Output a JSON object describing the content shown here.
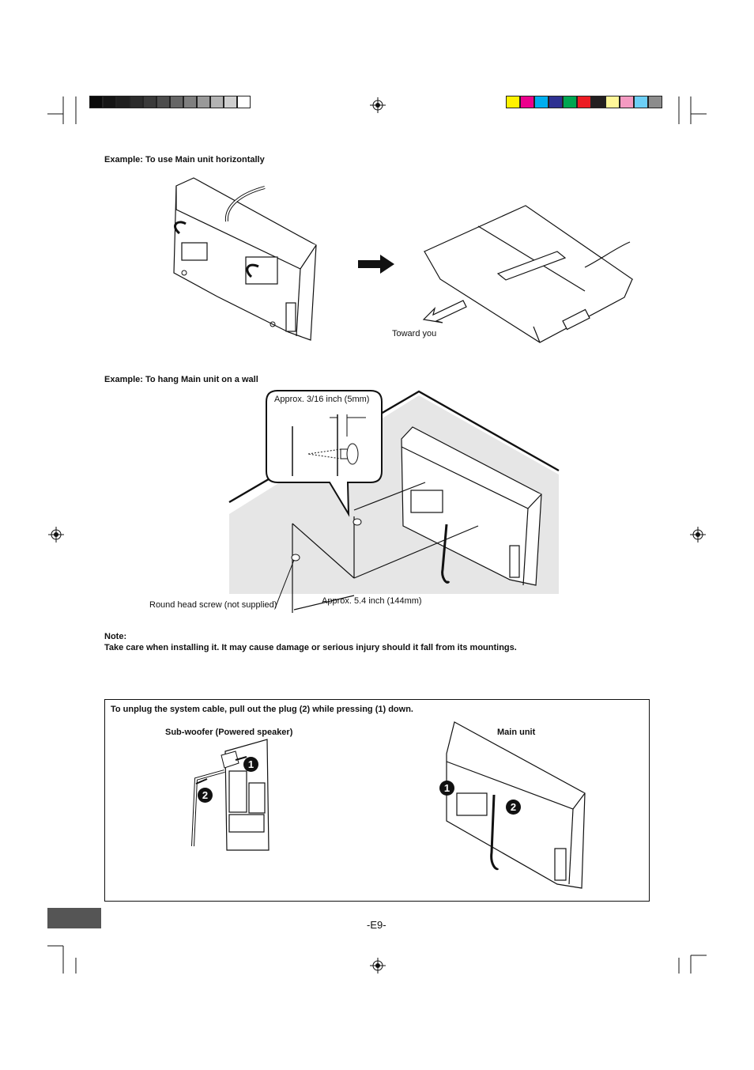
{
  "registration": {
    "gray_swatches": [
      "#0a0a0a",
      "#151515",
      "#1f1f1f",
      "#2b2b2b",
      "#3a3a3a",
      "#4d4d4d",
      "#666666",
      "#7f7f7f",
      "#999999",
      "#b3b3b3",
      "#cfcfcf",
      "#ffffff"
    ],
    "color_swatches": [
      "#fff200",
      "#ec008c",
      "#00aeef",
      "#2e3192",
      "#00a651",
      "#ed1c24",
      "#231f20",
      "#fff799",
      "#f49ac1",
      "#6dcff6",
      "#8c8c8c"
    ]
  },
  "section1": {
    "heading": "Example: To use Main unit horizontally",
    "toward_label": "Toward you"
  },
  "section2": {
    "heading": "Example: To hang Main unit on a wall",
    "callout_label": "Approx. 3/16 inch (5mm)",
    "screw_label": "Round head screw (not supplied)",
    "distance_label": "Approx. 5.4 inch (144mm)"
  },
  "note": {
    "title": "Note:",
    "text": "Take care when installing it. It may cause damage or serious injury should it fall from its mountings."
  },
  "unplug": {
    "instruction": "To unplug the system cable, pull out the plug (2) while pressing (1) down.",
    "subwoofer_label": "Sub-woofer (Powered speaker)",
    "main_unit_label": "Main unit",
    "marker_1": "1",
    "marker_2": "2"
  },
  "footer": {
    "page_number": "-E9-"
  }
}
